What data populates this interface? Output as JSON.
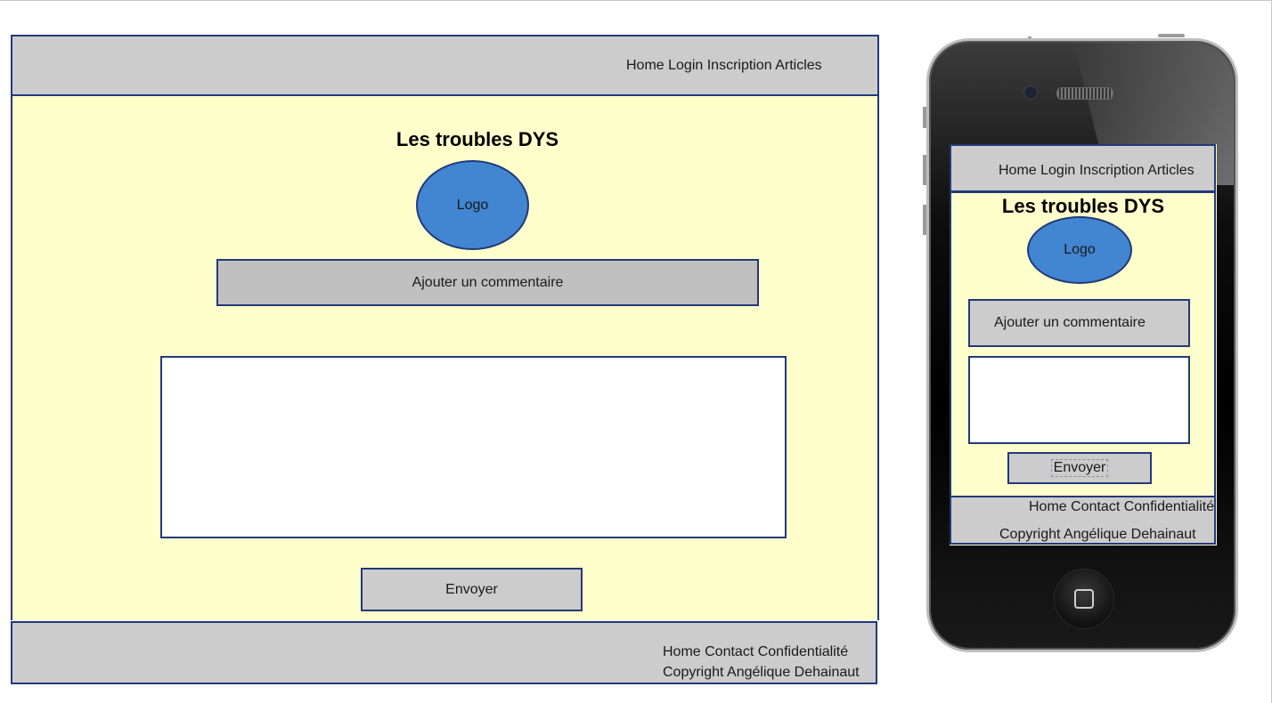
{
  "desktop": {
    "nav": "Home Login Inscription Articles",
    "title": "Les troubles DYS",
    "logo": "Logo",
    "comment_button": "Ajouter un commentaire",
    "send_button": "Envoyer",
    "footer_links": "Home Contact Confidentialité",
    "copyright": "Copyright Angélique Dehainaut"
  },
  "mobile": {
    "nav": "Home Login Inscription Articles",
    "title": "Les troubles DYS",
    "logo": "Logo",
    "comment_button": "Ajouter un commentaire",
    "send_button": "Envoyer",
    "footer_links": "Home Contact Confidentialité",
    "copyright": "Copyright Angélique Dehainaut"
  },
  "colors": {
    "border": "#22397a",
    "bar": "#cccccc",
    "content_bg": "#ffffcc",
    "logo": "#4285d0"
  },
  "icons": [
    "camera-icon",
    "speaker-icon",
    "home-button-icon"
  ]
}
